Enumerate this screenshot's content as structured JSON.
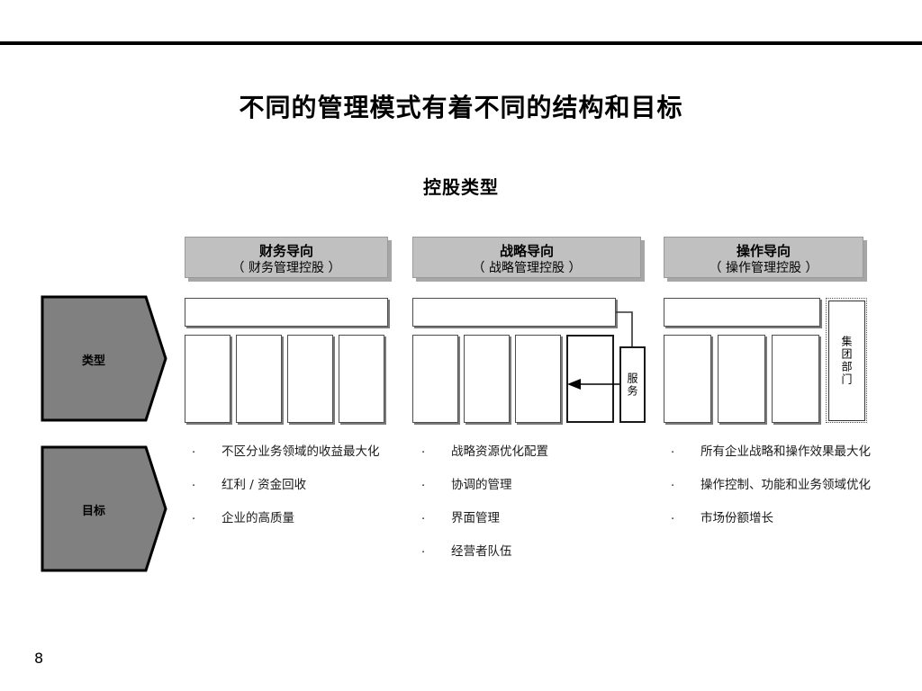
{
  "slide": {
    "title": "不同的管理模式有着不同的结构和目标",
    "subtitle": "控股类型",
    "page_number": "8"
  },
  "row_labels": {
    "type": "类型",
    "goal": "目标"
  },
  "columns": [
    {
      "header_main": "财务导向",
      "header_sub": "（ 财务管理控股 ）",
      "diagram": {
        "top_box": "",
        "unit_boxes": [
          "",
          "",
          "",
          ""
        ],
        "side_box": null
      },
      "bullets": [
        "不区分业务领域的收益最大化",
        "红利 / 资金回收",
        "企业的高质量"
      ]
    },
    {
      "header_main": "战略导向",
      "header_sub": "（ 战略管理控股 ）",
      "diagram": {
        "top_box": "",
        "unit_boxes": [
          "",
          "",
          "",
          ""
        ],
        "side_box": "服务"
      },
      "bullets": [
        "战略资源优化配置",
        "协调的管理",
        "界面管理",
        "经营者队伍"
      ]
    },
    {
      "header_main": "操作导向",
      "header_sub": "（ 操作管理控股 ）",
      "diagram": {
        "top_box": "",
        "unit_boxes": [
          "",
          "",
          ""
        ],
        "side_box": "集团部门"
      },
      "bullets": [
        "所有企业战略和操作效果最大化",
        "操作控制、功能和业务领域优化",
        "市场份额增长"
      ]
    }
  ],
  "bullet_marker": "·",
  "colors": {
    "header_fill": "#c0c0c0",
    "pentagon_fill": "#808080",
    "outline": "#000000",
    "rule": "#000000"
  }
}
